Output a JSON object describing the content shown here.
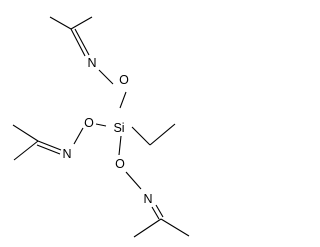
{
  "structure": {
    "atoms": {
      "si": "Si",
      "o1": "O",
      "o2": "O",
      "o3": "O",
      "n1": "N",
      "n2": "N",
      "n3": "N"
    }
  }
}
